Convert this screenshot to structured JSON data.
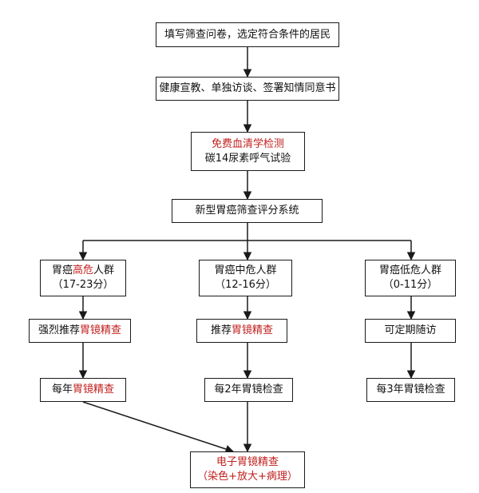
{
  "colors": {
    "stroke": "#1a1a1a",
    "text": "#111111",
    "highlight": "#c0201e",
    "background": "#ffffff"
  },
  "nodes": {
    "questionnaire": {
      "lines": [
        [
          {
            "t": "填写筛查问卷，选定符合条件的居民"
          }
        ]
      ]
    },
    "education": {
      "lines": [
        [
          {
            "t": "健康宣教、单独访谈、签署知情同意书"
          }
        ]
      ]
    },
    "screening_test": {
      "lines": [
        [
          {
            "t": "免费血清学检测",
            "hl": true
          }
        ],
        [
          {
            "t": "碳14尿素呼气试验"
          }
        ]
      ]
    },
    "scoring_system": {
      "lines": [
        [
          {
            "t": "新型胃癌筛查评分系统"
          }
        ]
      ]
    },
    "high_risk": {
      "lines": [
        [
          {
            "t": "胃癌"
          },
          {
            "t": "高危",
            "hl": true
          },
          {
            "t": "人群"
          }
        ],
        [
          {
            "t": "（17-23分）"
          }
        ]
      ]
    },
    "medium_risk": {
      "lines": [
        [
          {
            "t": "胃癌中危人群"
          }
        ],
        [
          {
            "t": "（12-16分）"
          }
        ]
      ]
    },
    "low_risk": {
      "lines": [
        [
          {
            "t": "胃癌低危人群"
          }
        ],
        [
          {
            "t": "（0-11分）"
          }
        ]
      ]
    },
    "strongly_recommend": {
      "lines": [
        [
          {
            "t": "强烈推荐"
          },
          {
            "t": "胃镜精查",
            "hl": true
          }
        ]
      ]
    },
    "recommend": {
      "lines": [
        [
          {
            "t": "推荐"
          },
          {
            "t": "胃镜精查",
            "hl": true
          }
        ]
      ]
    },
    "followup": {
      "lines": [
        [
          {
            "t": "可定期随访"
          }
        ]
      ]
    },
    "yearly": {
      "lines": [
        [
          {
            "t": "每年"
          },
          {
            "t": "胃镜精查",
            "hl": true
          }
        ]
      ]
    },
    "every2y": {
      "lines": [
        [
          {
            "t": "每2年胃镜检查"
          }
        ]
      ]
    },
    "every3y": {
      "lines": [
        [
          {
            "t": "每3年胃镜检查"
          }
        ]
      ]
    },
    "electronic": {
      "lines": [
        [
          {
            "t": "电子胃镜精查",
            "hl": true
          }
        ],
        [
          {
            "t": "（染色+放大+病理）",
            "hl": true
          }
        ]
      ]
    }
  }
}
